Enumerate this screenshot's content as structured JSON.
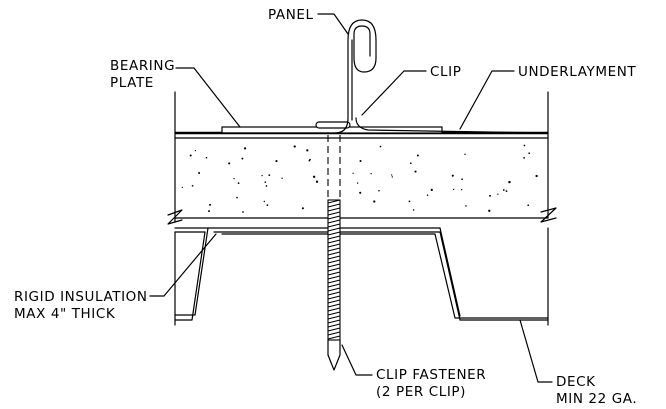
{
  "labels": {
    "panel": "PANEL",
    "bearing_plate_1": "BEARING",
    "bearing_plate_2": "PLATE",
    "clip": "CLIP",
    "underlayment": "UNDERLAYMENT",
    "rigid_insulation_1": "RIGID INSULATION",
    "rigid_insulation_2": "MAX 4\" THICK",
    "clip_fastener_1": "CLIP FASTENER",
    "clip_fastener_2": "(2 PER CLIP)",
    "deck_1": "DECK",
    "deck_2": "MIN 22 GA."
  }
}
